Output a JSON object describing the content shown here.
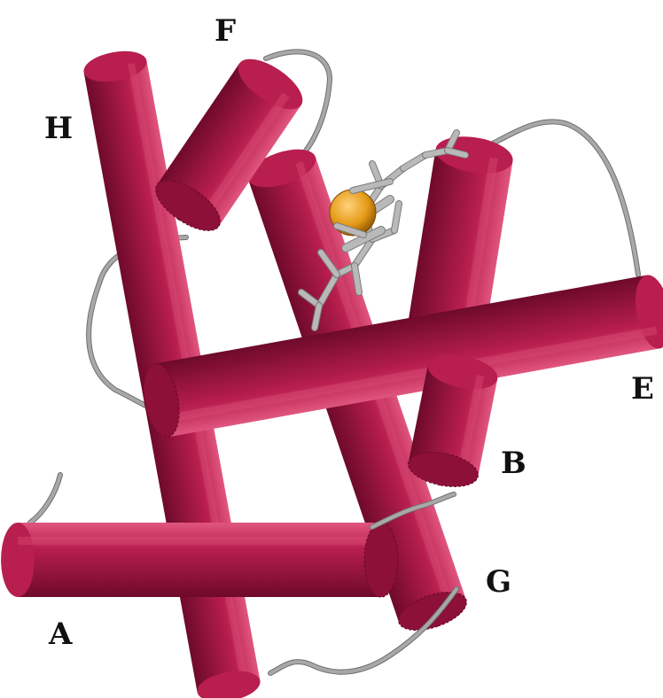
{
  "colors": {
    "helix_body": "#B81E4E",
    "helix_light": "#E0567E",
    "helix_dark": "#6E0A2A",
    "helix_cap": "#8C1038",
    "loop": "#A8A8A8",
    "ligand": "#B9B9B9",
    "iron": "#E59A18",
    "background": "#FFFFFF",
    "label": "#111111"
  },
  "helices": [
    {
      "id": "A",
      "label": "A"
    },
    {
      "id": "B",
      "label": "B"
    },
    {
      "id": "E",
      "label": "E"
    },
    {
      "id": "F",
      "label": "F"
    },
    {
      "id": "G",
      "label": "G"
    },
    {
      "id": "H",
      "label": "H"
    }
  ],
  "ligand": {
    "icon": "heme-group-icon",
    "metal_icon": "iron-atom-icon"
  }
}
